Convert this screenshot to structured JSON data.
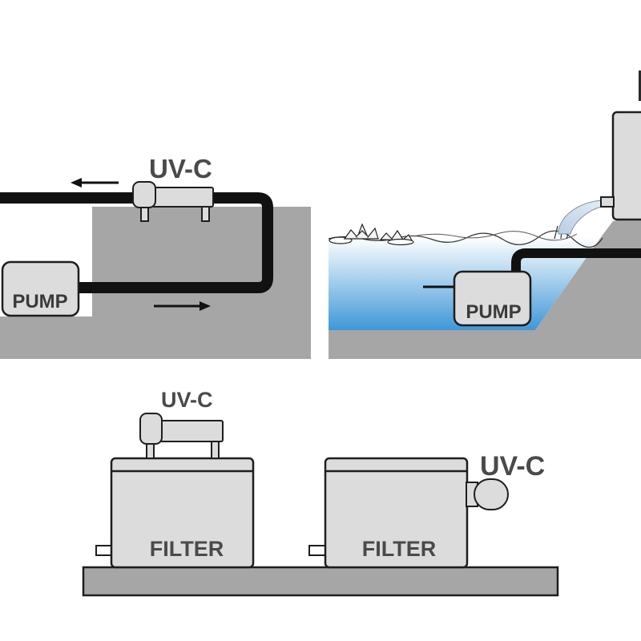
{
  "diagram": {
    "panels": [
      {
        "id": "above-ground-pump",
        "uv_label": "UV-C",
        "pump_label": "PUMP"
      },
      {
        "id": "pond-pump",
        "pump_label": "PUMP"
      },
      {
        "id": "filter-top-mounted",
        "uv_label": "UV-C",
        "filter_label": "FILTER"
      },
      {
        "id": "filter-side-mounted",
        "uv_label": "UV-C",
        "filter_label": "FILTER"
      }
    ],
    "colors": {
      "ground": "#a6a6a6",
      "device_fill": "#dcdcdc",
      "outline": "#1e1e1e",
      "pipe": "#111111",
      "water_top": "#ffffff",
      "water_bottom": "#3f97d8"
    }
  }
}
